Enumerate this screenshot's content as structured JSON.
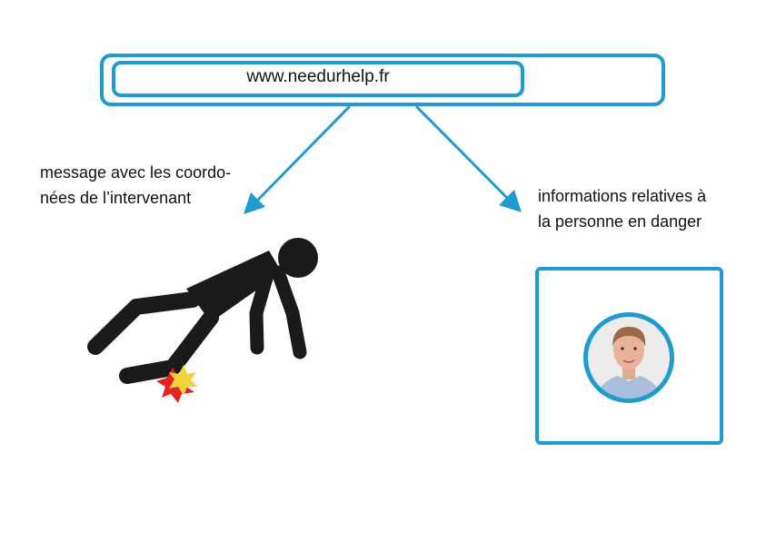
{
  "url": "www.needurhelp.fr",
  "left_label_line1": "message avec les coordo-",
  "left_label_line2": "nées de l’intervenant",
  "right_label_line1": "informations relatives à",
  "right_label_line2": "la personne en danger",
  "colors": {
    "accent": "#1f9bcf",
    "figure": "#1a1a1a",
    "burst_outer": "#e52421",
    "burst_inner": "#f6d23a"
  },
  "icons": {
    "figure": "fallen-person-icon",
    "impact": "impact-burst-icon",
    "avatar": "person-photo"
  }
}
